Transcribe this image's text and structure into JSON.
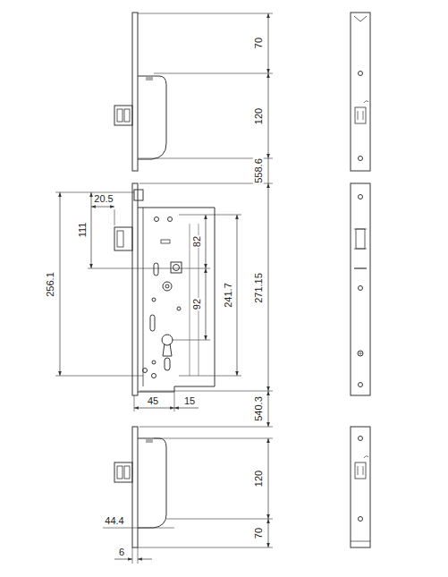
{
  "diagram": {
    "labels": [
      "70",
      "120",
      "558.6",
      "20.5",
      "111",
      "82",
      "256.1",
      "92",
      "241.7",
      "271.15",
      "45",
      "15",
      "540.3",
      "120",
      "44.4",
      "70",
      "6"
    ]
  }
}
